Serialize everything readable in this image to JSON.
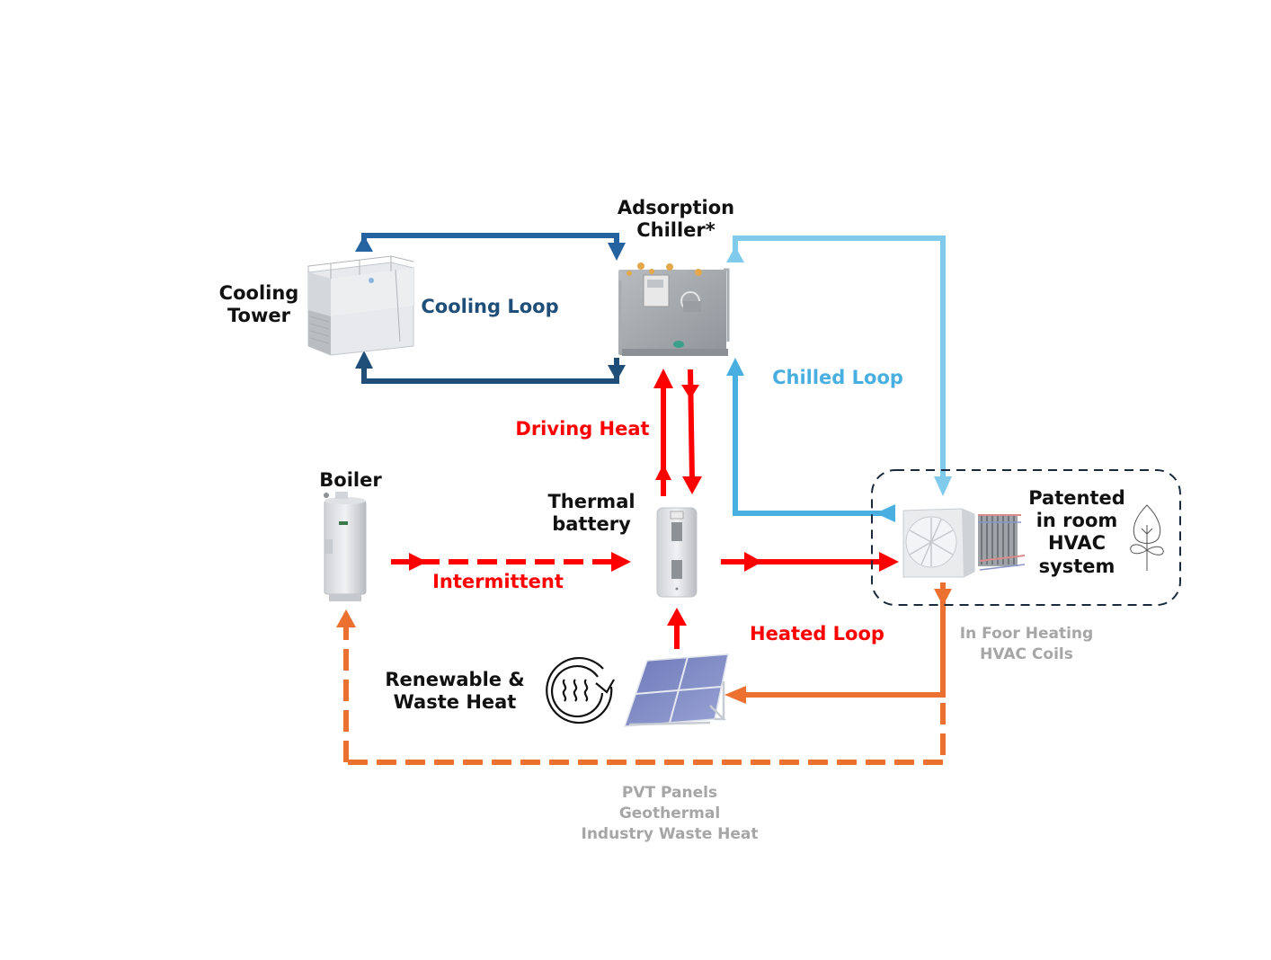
{
  "colors": {
    "cooling_loop": "#1f4e79",
    "cooling_loop_top": "#2563a0",
    "chilled_loop": "#49aee0",
    "chilled_loop_top": "#80cbec",
    "heat": "#ff0000",
    "return_heat": "#ec7130",
    "label_dark": "#111111",
    "label_grey": "#a6a6a6",
    "cooling_loop_text": "#1f4e79",
    "chilled_loop_text": "#49aee0",
    "dashed_box": "#1a2a3a"
  },
  "components": {
    "cooling_tower": {
      "label_line1": "Cooling",
      "label_line2": "Tower"
    },
    "adsorption_chiller": {
      "label_line1": "Adsorption",
      "label_line2": "Chiller*"
    },
    "boiler": {
      "label": "Boiler"
    },
    "thermal_battery": {
      "label_line1": "Thermal",
      "label_line2": "battery"
    },
    "hvac_system": {
      "label_line1": "Patented",
      "label_line2": "in room",
      "label_line3": "HVAC",
      "label_line4": "system"
    },
    "renewable": {
      "label_line1": "Renewable &",
      "label_line2": "Waste Heat"
    }
  },
  "loops": {
    "cooling_loop": "Cooling Loop",
    "chilled_loop": "Chilled Loop",
    "driving_heat": "Driving Heat",
    "intermittent": "Intermittent",
    "heated_loop": "Heated Loop"
  },
  "notes": {
    "hvac_coils_line1": "In Foor Heating",
    "hvac_coils_line2": "HVAC Coils",
    "sources_line1": "PVT Panels",
    "sources_line2": "Geothermal",
    "sources_line3": "Industry Waste Heat"
  }
}
